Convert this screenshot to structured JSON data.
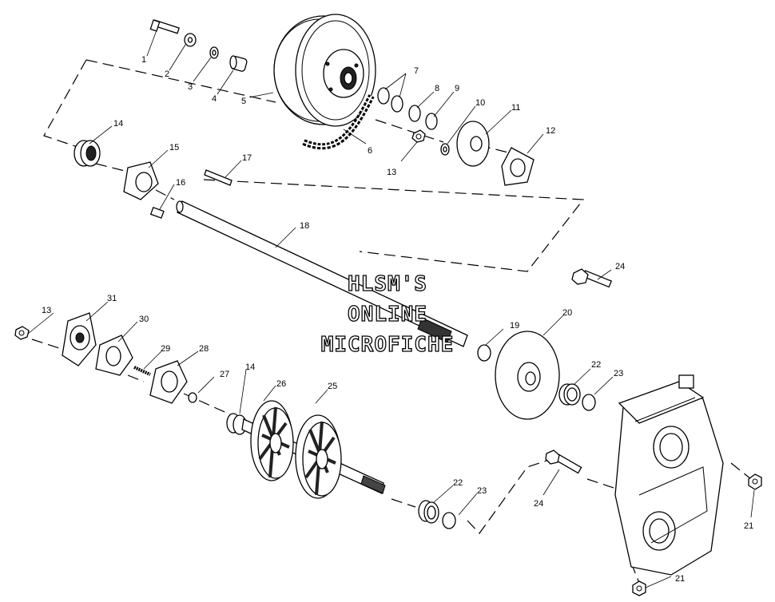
{
  "watermark": {
    "line1": "HLSM'S",
    "line2": "ONLINE",
    "line3": "MICROFICHE"
  },
  "callouts": [
    {
      "id": "c1",
      "text": "1"
    },
    {
      "id": "c2",
      "text": "2"
    },
    {
      "id": "c3",
      "text": "3"
    },
    {
      "id": "c4",
      "text": "4"
    },
    {
      "id": "c5",
      "text": "5"
    },
    {
      "id": "c6",
      "text": "6"
    },
    {
      "id": "c7",
      "text": "7"
    },
    {
      "id": "c8",
      "text": "8"
    },
    {
      "id": "c9",
      "text": "9"
    },
    {
      "id": "c10",
      "text": "10"
    },
    {
      "id": "c11",
      "text": "11"
    },
    {
      "id": "c12",
      "text": "12"
    },
    {
      "id": "c13a",
      "text": "13"
    },
    {
      "id": "c14a",
      "text": "14"
    },
    {
      "id": "c15",
      "text": "15"
    },
    {
      "id": "c16",
      "text": "16"
    },
    {
      "id": "c17",
      "text": "17"
    },
    {
      "id": "c18",
      "text": "18"
    },
    {
      "id": "c24a",
      "text": "24"
    },
    {
      "id": "c13b",
      "text": "13"
    },
    {
      "id": "c31",
      "text": "31"
    },
    {
      "id": "c30",
      "text": "30"
    },
    {
      "id": "c29",
      "text": "29"
    },
    {
      "id": "c28",
      "text": "28"
    },
    {
      "id": "c19",
      "text": "19"
    },
    {
      "id": "c20",
      "text": "20"
    },
    {
      "id": "c22a",
      "text": "22"
    },
    {
      "id": "c23a",
      "text": "23"
    },
    {
      "id": "c27",
      "text": "27"
    },
    {
      "id": "c14b",
      "text": "14"
    },
    {
      "id": "c26",
      "text": "26"
    },
    {
      "id": "c25",
      "text": "25"
    },
    {
      "id": "c22b",
      "text": "22"
    },
    {
      "id": "c23b",
      "text": "23"
    },
    {
      "id": "c24b",
      "text": "24"
    },
    {
      "id": "c21a",
      "text": "21"
    },
    {
      "id": "c21b",
      "text": "21"
    }
  ]
}
